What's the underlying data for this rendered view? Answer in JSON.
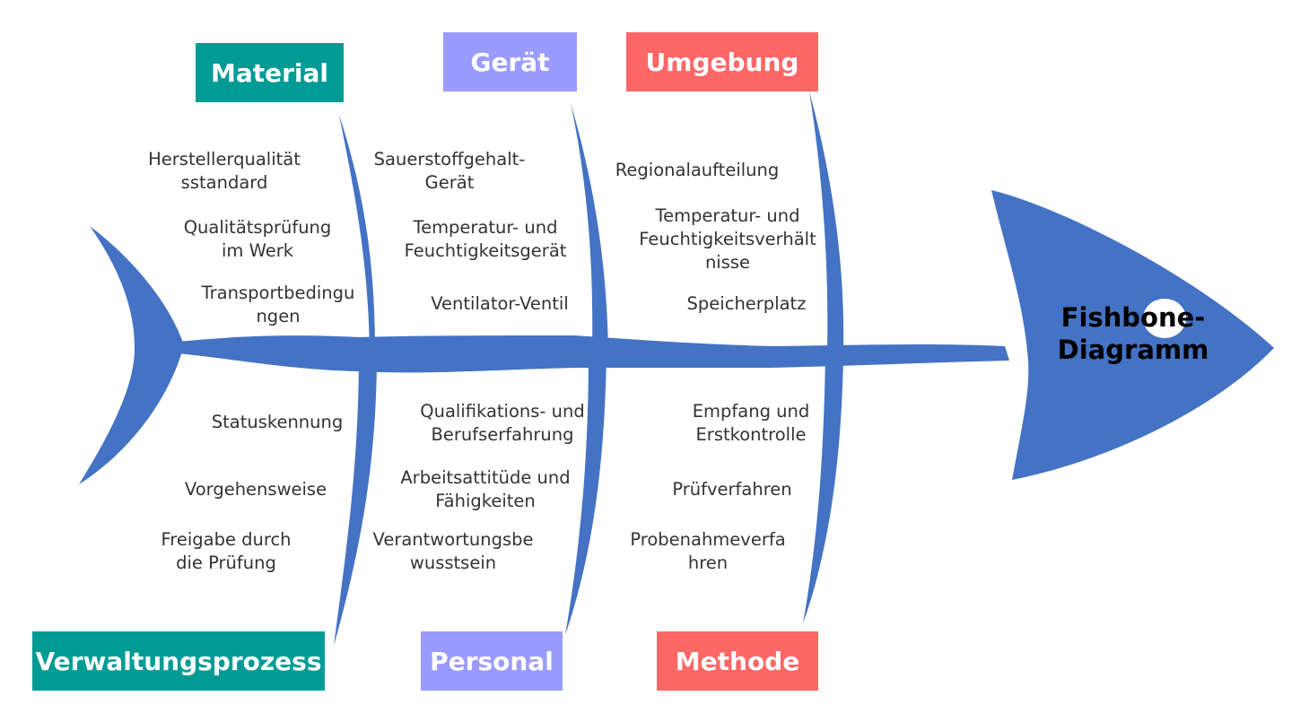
{
  "title": "Fishbone-\nDiagramm",
  "colors": {
    "fish": "#4472c4",
    "teal": "#009b95",
    "lavender": "#9b9bff",
    "salmon": "#ff6666",
    "text": "#333333"
  },
  "categories": {
    "material": "Material",
    "geraet": "Gerät",
    "umgebung": "Umgebung",
    "verwaltungsprozess": "Verwaltungsprozess",
    "personal": "Personal",
    "methode": "Methode"
  },
  "causes": {
    "material": [
      "Herstellerqualität\nsstandard",
      "Qualitätsprüfung\nim Werk",
      "Transportbedingu\nngen"
    ],
    "geraet": [
      "Sauerstoffgehalt-\nGerät",
      "Temperatur- und\nFeuchtigkeitsgerät",
      "Ventilator-Ventil"
    ],
    "umgebung": [
      "Regionalaufteilung",
      "Temperatur- und\nFeuchtigkeitsverhält\nnisse",
      "Speicherplatz"
    ],
    "verwaltungsprozess": [
      "Statuskennung",
      "Vorgehensweise",
      "Freigabe durch\ndie Prüfung"
    ],
    "personal": [
      "Qualifikations- und\nBerufserfahrung",
      "Arbeitsattitüde und\nFähigkeiten",
      "Verantwortungsbe\nwusstsein"
    ],
    "methode": [
      "Empfang und\nErstkontrolle",
      "Prüfverfahren",
      "Probenahmeverfa\nhren"
    ]
  }
}
